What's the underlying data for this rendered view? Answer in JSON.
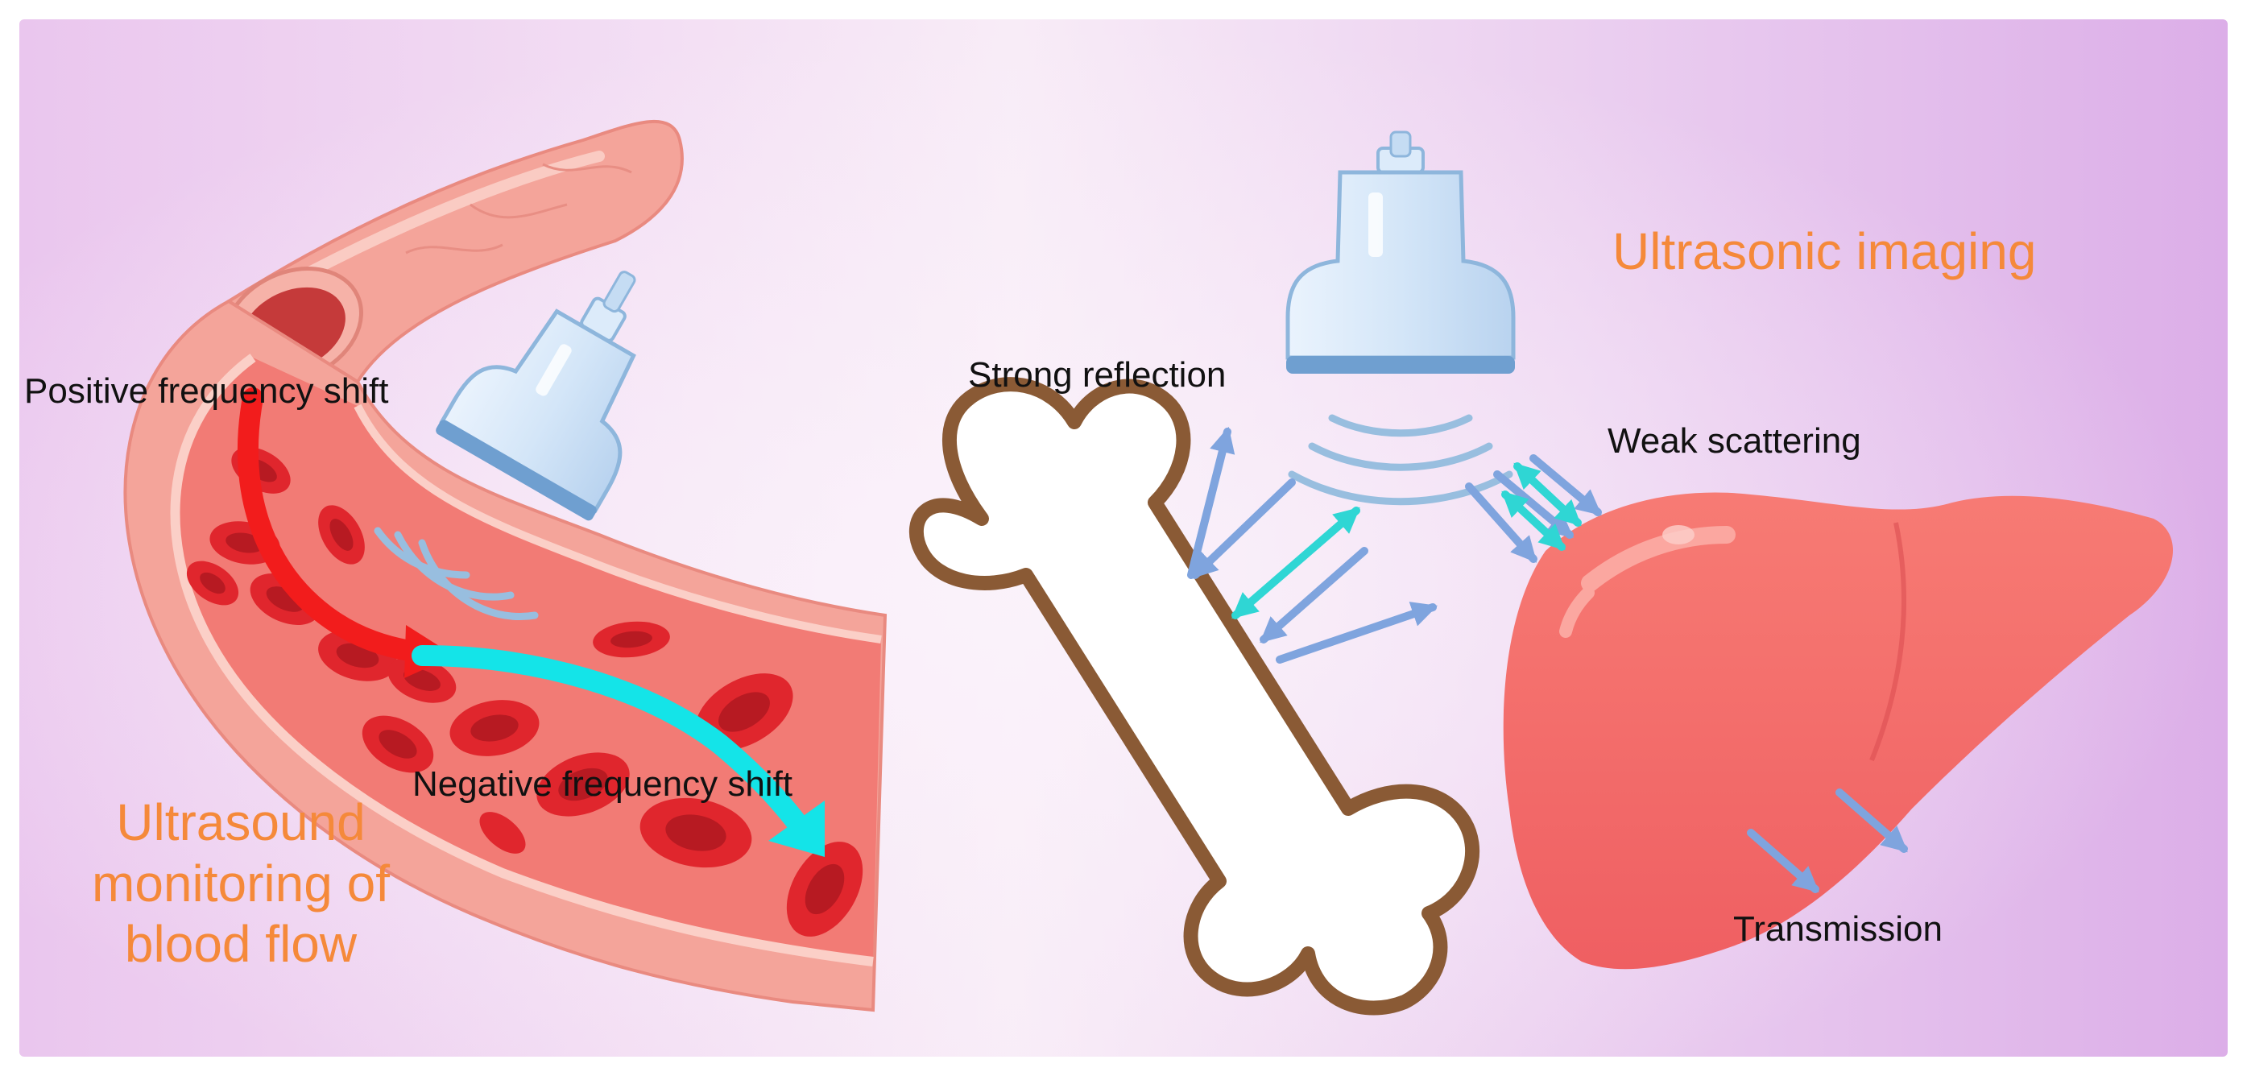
{
  "labels": {
    "positive_shift": "Positive frequency shift",
    "negative_shift": "Negative frequency shift",
    "ultrasound_monitoring": "Ultrasound monitoring of blood flow",
    "ultrasonic_imaging": "Ultrasonic imaging",
    "strong_reflection": "Strong reflection",
    "weak_scattering": "Weak scattering",
    "transmission": "Transmission"
  },
  "colors": {
    "background_left": "#eac6ee",
    "background_center": "#f8ecf7",
    "background_right": "#dcaee8",
    "title_orange": "#f5893a",
    "vessel_wall": "#f4a49a",
    "vessel_highlight": "#fbd4cd",
    "blood_cell": "#e0262d",
    "positive_arrow": "#f21c1c",
    "negative_arrow": "#14e4e8",
    "probe_body": "#dcebfa",
    "probe_outline": "#8eb6dc",
    "wave_lines": "#98bedf",
    "incident_arrow": "#7fa4de",
    "echo_arrow": "#2fd6d4",
    "bone_fill": "#ffffff",
    "bone_outline": "#8a5a35",
    "liver": "#f46b6b"
  },
  "icons": [
    "blood-vessel",
    "red-blood-cell",
    "ultrasound-probe",
    "sound-wave",
    "bone",
    "liver"
  ]
}
